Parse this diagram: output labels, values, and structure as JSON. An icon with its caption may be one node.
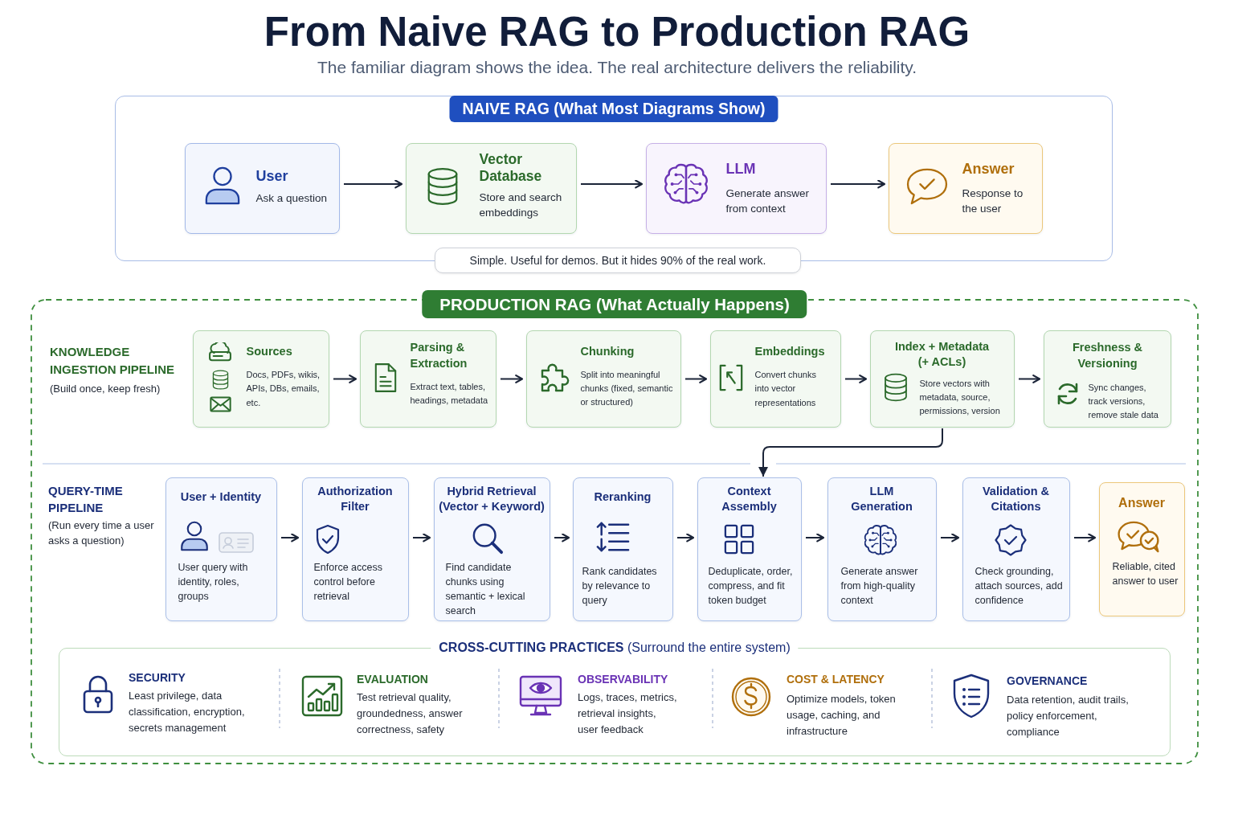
{
  "diagram": {
    "title": "From Naive RAG to Production RAG",
    "nodes": [
      {
        "text": [
          "NAIVE RAG (What Most Diagrams Show)"
        ]
      },
      {
        "text": [
          "User",
          "Ask a question"
        ],
        "in": 0
      },
      {
        "text": [
          "Vector Database",
          "Store and search embeddings"
        ],
        "in": 0
      },
      {
        "text": [
          "LLM",
          "Generate answer from context"
        ],
        "in": 0
      },
      {
        "text": [
          "Answer",
          "Response to the user"
        ],
        "in": 0
      },
      {
        "text": [
          "Simple. Useful for demos. But it hides 90% of the real work."
        ]
      },
      {
        "text": [
          "PRODUCTION RAG (What Actually Happens)"
        ]
      },
      {
        "text": [
          "Sources",
          "Docs, PDFs, wikis, APIs, DBs, emails, etc."
        ],
        "in": 6
      },
      {
        "text": [
          "Parsing & Extraction",
          "Extract text, tables, headings, metadata"
        ],
        "in": 6
      },
      {
        "text": [
          "Chunking",
          "Split into meaningful chunks (fixed, semantic or structured)"
        ],
        "in": 6
      },
      {
        "text": [
          "Embeddings",
          "Convert chunks into vector representations"
        ],
        "in": 6
      },
      {
        "text": [
          "Index + Metadata (+ ACLs)",
          "Store vectors with metadata, source, permissions, version"
        ],
        "in": 6
      },
      {
        "text": [
          "Freshness & Versioning",
          "Sync changes, track versions, remove stale data"
        ],
        "in": 6
      },
      {
        "text": [
          "User + Identity",
          "User query with identity, roles, groups"
        ],
        "in": 6
      },
      {
        "text": [
          "Authorization Filter",
          "Enforce access control before retrieval"
        ],
        "in": 6
      },
      {
        "text": [
          "Hybrid Retrieval (Vector + Keyword)",
          "Find candidate chunks using semantic + lexical search"
        ],
        "in": 6
      },
      {
        "text": [
          "Reranking",
          "Rank candidates by relevance to query"
        ],
        "in": 6
      },
      {
        "text": [
          "Context Assembly",
          "Deduplicate, order, compress, and fit token budget"
        ],
        "in": 6
      },
      {
        "text": [
          "LLM Generation",
          "Generate answer from high-quality context"
        ],
        "in": 6
      },
      {
        "text": [
          "Validation & Citations",
          "Check grounding, attach sources, add confidence"
        ],
        "in": 6
      },
      {
        "text": [
          "Answer",
          "Reliable, cited answer to user"
        ],
        "in": 6
      },
      {
        "text": [
          "**CROSS-CUTTING PRACTICES** (Surround the entire system)"
        ],
        "in": 6
      }
    ],
    "edges": [
      {
        "from": 1,
        "to": 2,
        "arrow": "to"
      },
      {
        "from": 2,
        "to": 3,
        "arrow": "to"
      },
      {
        "from": 3,
        "to": 4,
        "arrow": "to"
      },
      {
        "from": 7,
        "to": 8,
        "arrow": "to"
      },
      {
        "from": 8,
        "to": 9,
        "arrow": "to"
      },
      {
        "from": 9,
        "to": 10,
        "arrow": "to"
      },
      {
        "from": 10,
        "to": 11,
        "arrow": "to"
      },
      {
        "from": 11,
        "to": 12,
        "arrow": "to"
      },
      {
        "from": 11,
        "to": 17,
        "arrow": "to"
      },
      {
        "from": 13,
        "to": 14,
        "arrow": "to"
      },
      {
        "from": 14,
        "to": 15,
        "arrow": "to"
      },
      {
        "from": 15,
        "to": 16,
        "arrow": "to"
      },
      {
        "from": 16,
        "to": 17,
        "arrow": "to"
      },
      {
        "from": 17,
        "to": 18,
        "arrow": "to"
      },
      {
        "from": 18,
        "to": 19,
        "arrow": "to"
      },
      {
        "from": 19,
        "to": 20,
        "arrow": "to"
      }
    ],
    "labels": [
      "The familiar diagram shows the idea. The real architecture delivers the reliability.",
      "KNOWLEDGE INGESTION PIPELINE",
      "(Build once, keep fresh)",
      "QUERY-TIME PIPELINE",
      "(Run every time a user asks a question)",
      "SECURITY",
      "Least privilege, data classification, encryption, secrets management",
      "EVALUATION",
      "Test retrieval quality, groundedness, answer correctness, safety",
      "OBSERVABILITY",
      "Logs, traces, metrics, retrieval insights, user feedback",
      "COST & LATENCY",
      "Optimize models, token usage, caching, and infrastructure",
      "GOVERNANCE",
      "Data retention, audit trails, policy enforcement, compliance"
    ]
  }
}
